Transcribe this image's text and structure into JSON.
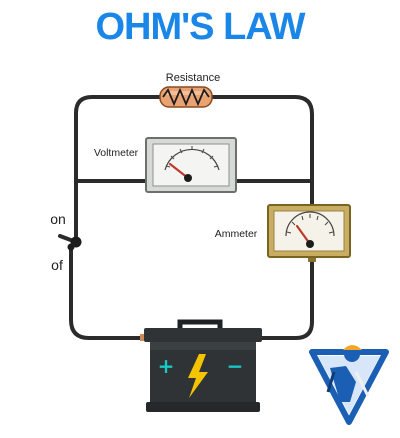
{
  "title": "OHM'S LAW",
  "labels": {
    "resistance": "Resistance",
    "voltmeter": "Voltmeter",
    "ammeter": "Ammeter",
    "switch_on": "on",
    "switch_off": "of"
  },
  "battery": {
    "positive": "+",
    "negative": "−"
  },
  "colors": {
    "title": "#1a86e8",
    "wire": "#2b2b2b",
    "battery_body": "#2f3336",
    "bolt": "#f5c400",
    "terminals": "#19c7c7",
    "meter_frame_voltmeter": "#d6dad6",
    "meter_frame_ammeter": "#c8ad62",
    "needle": "#c0392b"
  },
  "icons": [
    "resistor-icon",
    "voltmeter-icon",
    "ammeter-icon",
    "switch-icon",
    "battery-icon",
    "lightning-bolt-icon",
    "electrician-logo-icon"
  ]
}
